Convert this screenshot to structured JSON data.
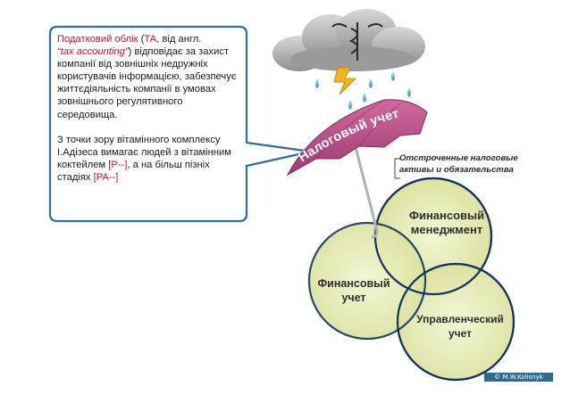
{
  "callout": {
    "p1": {
      "term": "Податковий облік",
      "paren_open": " (",
      "abbr": "ТА",
      "after_abbr": ", від англ.",
      "quote": "“tax accounting”",
      "rest": ") відповідає за захист компанії від зовнішніх недружніх користувачів інформацією, забезпечує життєдіяльність компанії в умовах зовнішнього регулятивного середовища."
    },
    "p2": {
      "lead": "З точки зору вітамінного комплексу І.Адізеса вимагає людей з вітамінним коктейлем ",
      "code1": "[P--]",
      "mid": ", а на більш пізніх стадіях ",
      "code2": "[PA--]"
    }
  },
  "umbrella": {
    "label": "Налоговый учет"
  },
  "note": {
    "line1": "Отстроченные налоговые",
    "line2": "активы и обязательства"
  },
  "circles": {
    "top": {
      "line1": "Финансовый",
      "line2": "менеджмент"
    },
    "left": {
      "line1": "Финансовый",
      "line2": "учет"
    },
    "right": {
      "line1": "Управленческий",
      "line2": "учет"
    }
  },
  "copyright": "© M.W.Kolisnyk",
  "colors": {
    "callout_border": "#2f6f9f",
    "umbrella": "#b94a86",
    "circle_fill": "#e8ebb2",
    "circle_stroke": "#14365c",
    "accent_red": "#c8102e"
  }
}
